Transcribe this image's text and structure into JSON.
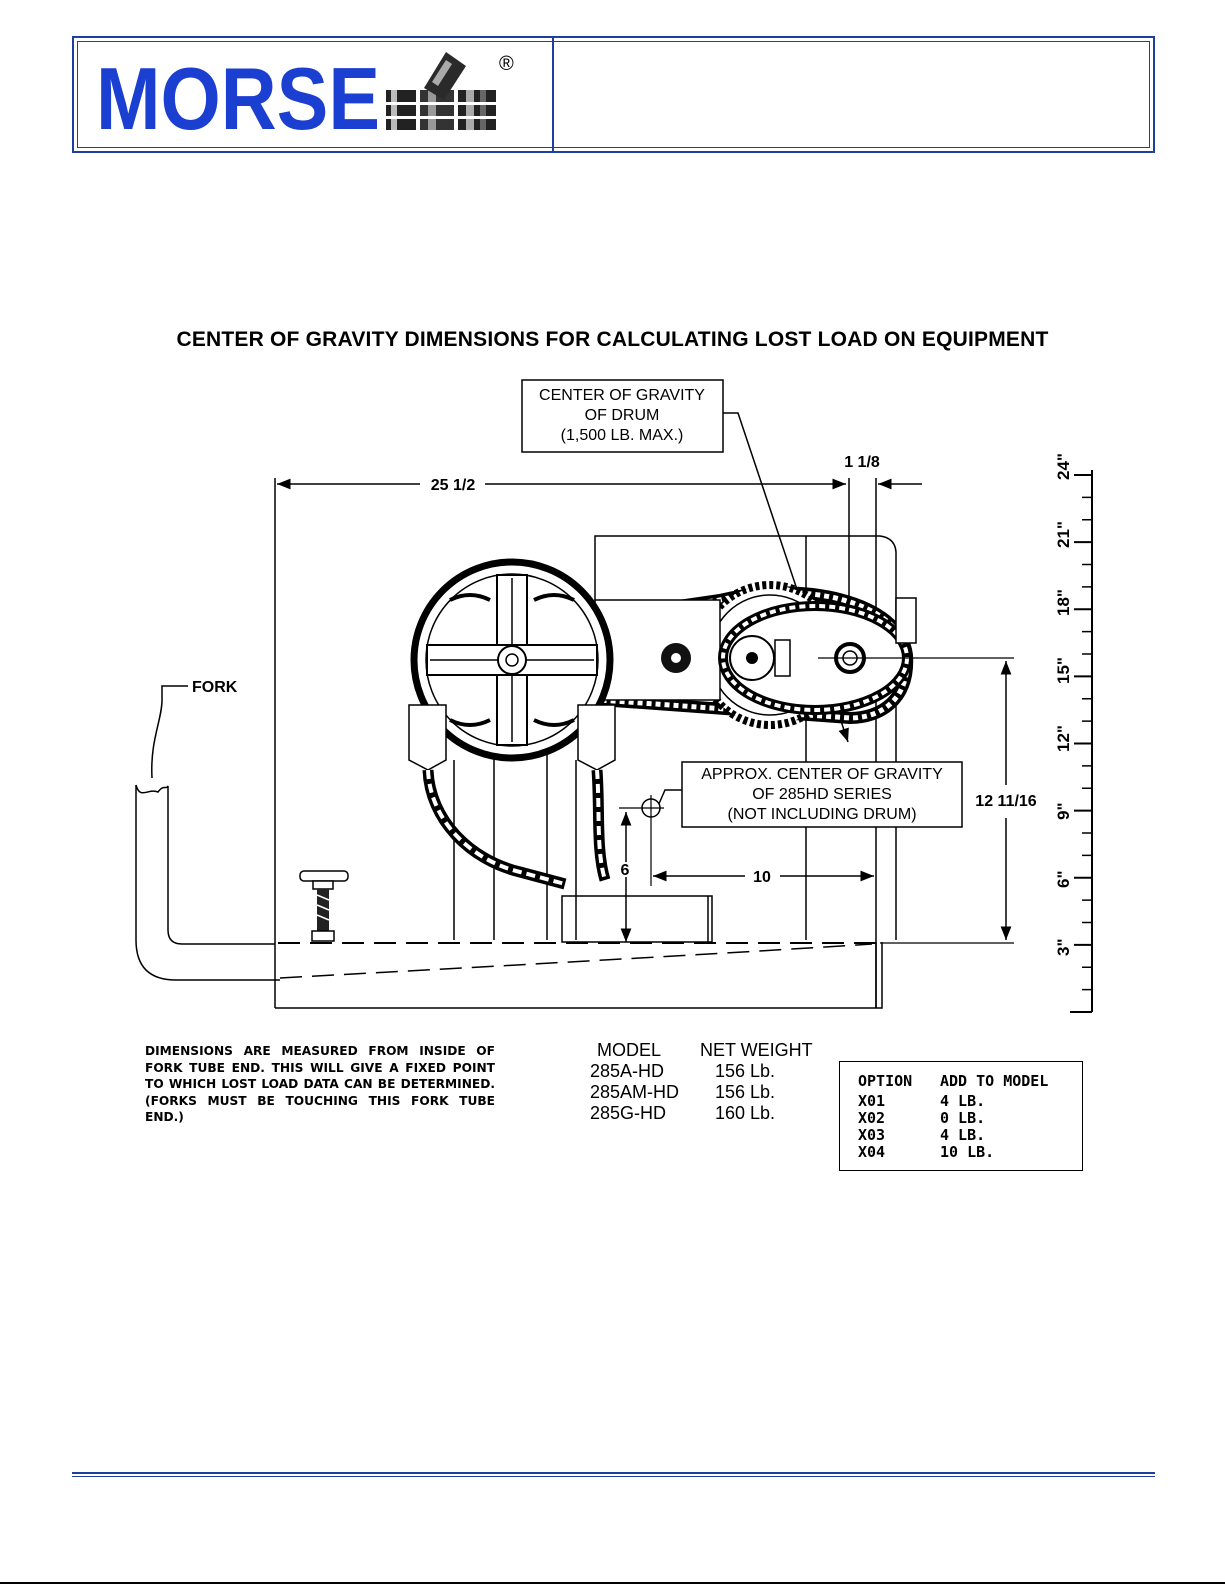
{
  "header": {
    "logo_text": "MORSE",
    "registered_mark": "®",
    "brand_color": "#1b3fd1",
    "border_color": "#1f3f9e"
  },
  "title": "CENTER OF GRAVITY DIMENSIONS FOR CALCULATING LOST LOAD ON EQUIPMENT",
  "drawing": {
    "callout_drum": [
      "CENTER OF GRAVITY",
      "OF DRUM",
      "(1,500 LB. MAX.)"
    ],
    "callout_series": [
      "APPROX. CENTER OF GRAVITY",
      "OF 285HD SERIES",
      "(NOT INCLUDING DRUM)"
    ],
    "fork_label": "FORK",
    "dim_width": "25 1/2",
    "dim_offset": "1 1/8",
    "dim_height": "12 11/16",
    "dim_cg_height": "6",
    "dim_cg_offset": "10",
    "scale_labels": [
      "3\"",
      "6\"",
      "9\"",
      "12\"",
      "15\"",
      "18\"",
      "21\"",
      "24\""
    ]
  },
  "note": "DIMENSIONS ARE MEASURED FROM INSIDE OF FORK TUBE END. THIS WILL GIVE A FIXED POINT TO WHICH LOST LOAD DATA CAN BE DETERMINED. (FORKS MUST BE TOUCHING THIS FORK TUBE END.)",
  "weights": {
    "header_model": "MODEL",
    "header_weight": "NET WEIGHT",
    "rows": [
      {
        "model": "285A-HD",
        "weight": "156 Lb."
      },
      {
        "model": "285AM-HD",
        "weight": "156 Lb."
      },
      {
        "model": "285G-HD",
        "weight": "160 Lb."
      }
    ]
  },
  "options": {
    "header_option": "OPTION",
    "header_add": "ADD TO MODEL",
    "rows": [
      {
        "option": "X01",
        "add": "4 LB."
      },
      {
        "option": "X02",
        "add": "0 LB."
      },
      {
        "option": "X03",
        "add": "4 LB."
      },
      {
        "option": "X04",
        "add": "10 LB."
      }
    ]
  }
}
